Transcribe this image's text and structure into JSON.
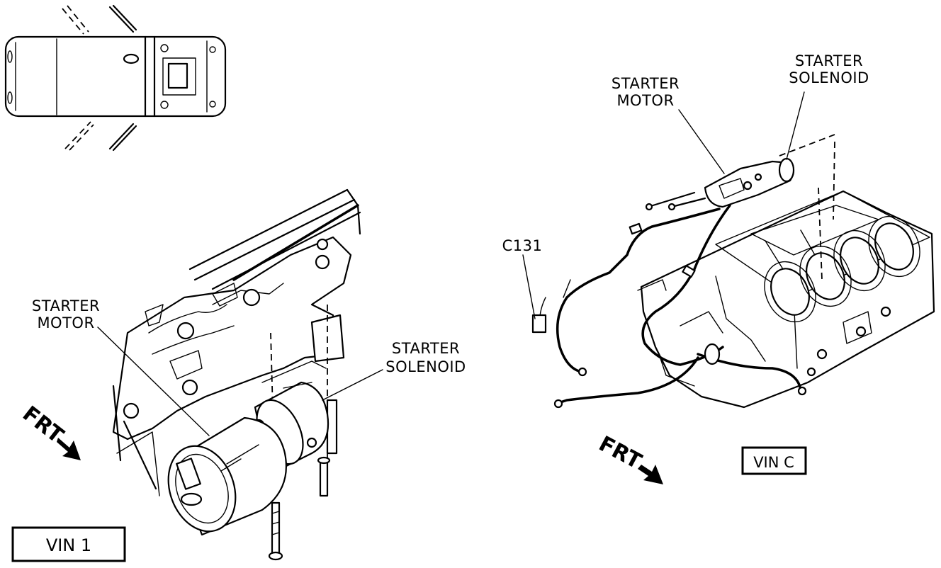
{
  "left_view": {
    "motor_label_line1": "STARTER",
    "motor_label_line2": "MOTOR",
    "solenoid_label_line1": "STARTER",
    "solenoid_label_line2": "SOLENOID",
    "front_label": "FRT",
    "vin_label": "VIN 1"
  },
  "right_view": {
    "motor_label_line1": "STARTER",
    "motor_label_line2": "MOTOR",
    "solenoid_label_line1": "STARTER",
    "solenoid_label_line2": "SOLENOID",
    "connector_label": "C131",
    "front_label": "FRT",
    "vin_label": "VIN C"
  },
  "icons": {
    "vehicle_locator": "car-top-view-icon",
    "front_arrow": "arrow-down-right-icon"
  }
}
